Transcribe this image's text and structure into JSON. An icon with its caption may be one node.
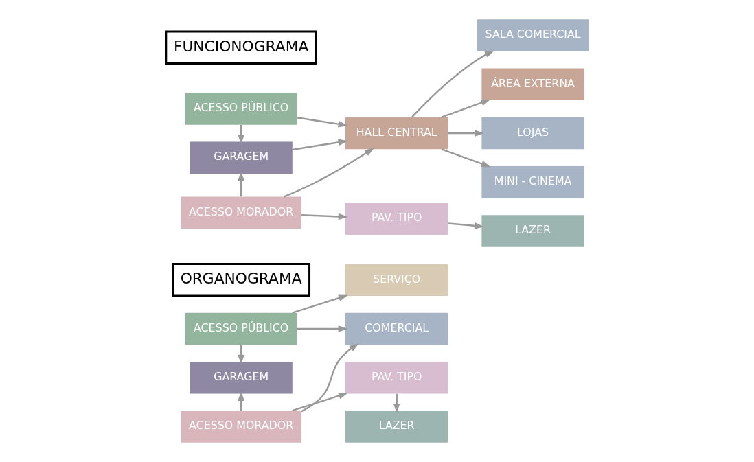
{
  "diagram": {
    "nodes": [
      {
        "text": [
          "ORGANOGRAMA"
        ]
      },
      {
        "text": [
          "ACESSO PÚBLICO"
        ]
      },
      {
        "text": [
          "GARAGEM"
        ]
      },
      {
        "text": [
          "ACESSO MORADOR"
        ]
      },
      {
        "text": [
          "SERVIÇO"
        ]
      },
      {
        "text": [
          "COMERCIAL"
        ]
      },
      {
        "text": [
          "PAV. TIPO"
        ]
      },
      {
        "text": [
          "LAZER"
        ]
      },
      {
        "text": [
          "FUNCIONOGRAMA"
        ]
      },
      {
        "text": [
          "ACESSO PÚBLICO"
        ]
      },
      {
        "text": [
          "GARAGEM"
        ]
      },
      {
        "text": [
          "ACESSO MORADOR"
        ]
      },
      {
        "text": [
          "HALL CENTRAL"
        ]
      },
      {
        "text": [
          "SALA COMERCIAL"
        ]
      },
      {
        "text": [
          "MINI - CINEMA"
        ]
      },
      {
        "text": [
          "LOJAS"
        ]
      },
      {
        "text": [
          "ÁREA EXTERNA"
        ]
      },
      {
        "text": [
          "PAV. TIPO"
        ]
      },
      {
        "text": [
          "LAZER"
        ]
      }
    ],
    "edges": [
      {
        "from": 1,
        "to": 2,
        "arrow": "to"
      },
      {
        "from": 3,
        "to": 2,
        "arrow": "to"
      },
      {
        "from": 1,
        "to": 4,
        "arrow": "to"
      },
      {
        "from": 1,
        "to": 5,
        "arrow": "to"
      },
      {
        "from": 3,
        "to": 5,
        "arrow": "to"
      },
      {
        "from": 3,
        "to": 6,
        "arrow": "to"
      },
      {
        "from": 6,
        "to": 7,
        "arrow": "to"
      },
      {
        "from": 9,
        "to": 10,
        "arrow": "to"
      },
      {
        "from": 11,
        "to": 10,
        "arrow": "to"
      },
      {
        "from": 9,
        "to": 12,
        "arrow": "to"
      },
      {
        "from": 10,
        "to": 12,
        "arrow": "to"
      },
      {
        "from": 11,
        "to": 12,
        "arrow": "to"
      },
      {
        "from": 12,
        "to": 13,
        "arrow": "to"
      },
      {
        "from": 12,
        "to": 14,
        "arrow": "to"
      },
      {
        "from": 12,
        "to": 15,
        "arrow": "to"
      },
      {
        "from": 12,
        "to": 16,
        "arrow": "to"
      },
      {
        "from": 11,
        "to": 17,
        "arrow": "to"
      },
      {
        "from": 17,
        "to": 18,
        "arrow": "to"
      }
    ]
  }
}
